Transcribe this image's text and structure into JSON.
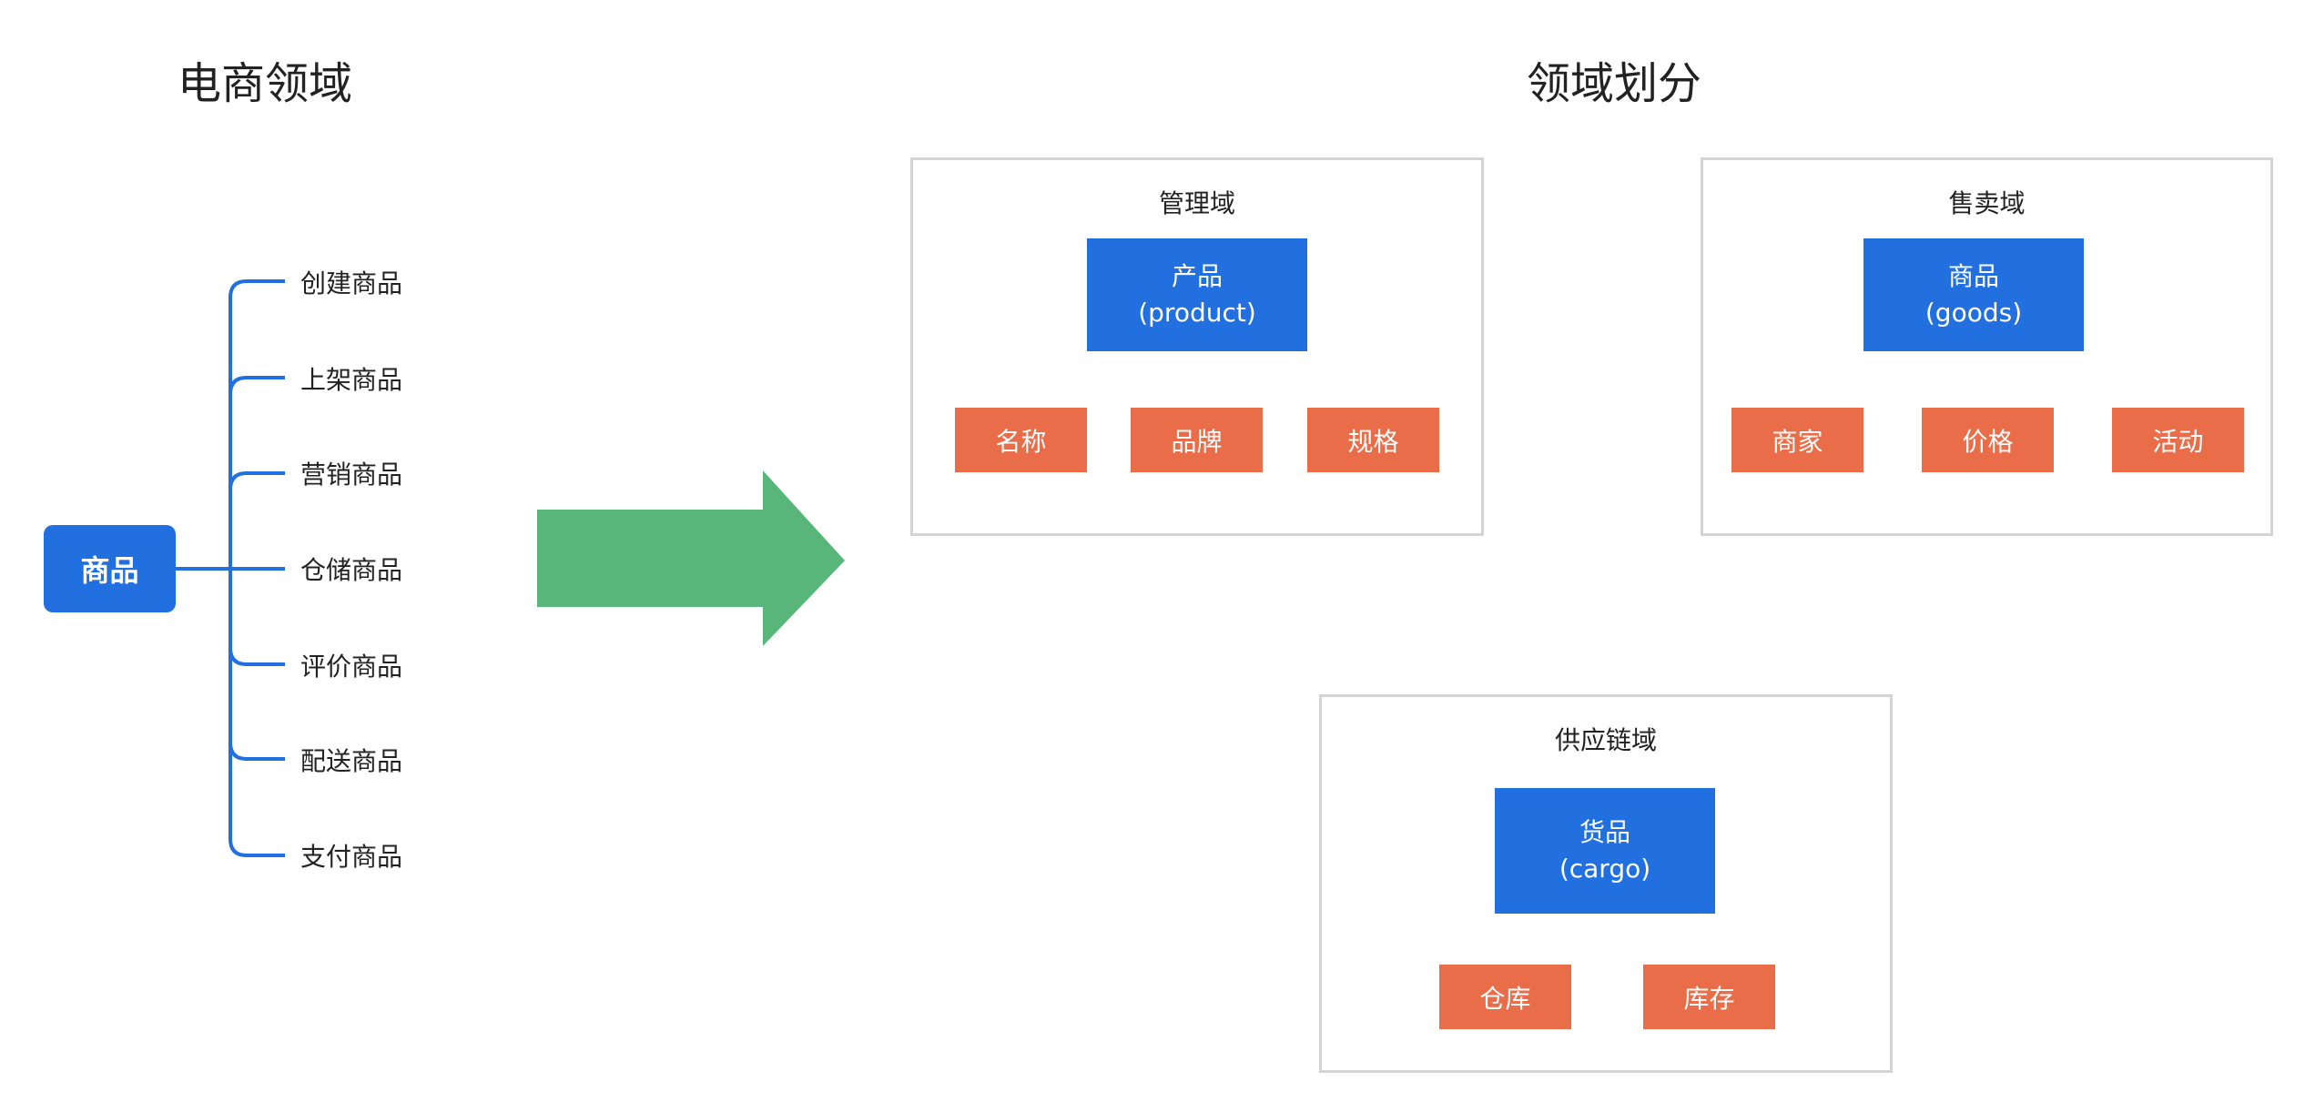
{
  "left_title": "电商领域",
  "right_title": "领域划分",
  "root": {
    "label": "商品"
  },
  "branches": [
    {
      "label": "创建商品"
    },
    {
      "label": "上架商品"
    },
    {
      "label": "营销商品"
    },
    {
      "label": "仓储商品"
    },
    {
      "label": "评价商品"
    },
    {
      "label": "配送商品"
    },
    {
      "label": "支付商品"
    }
  ],
  "domains": {
    "management": {
      "title": "管理域",
      "entity": {
        "name": "产品",
        "code": "(product)"
      },
      "attributes": [
        "名称",
        "品牌",
        "规格"
      ]
    },
    "sales": {
      "title": "售卖域",
      "entity": {
        "name": "商品",
        "code": "(goods)"
      },
      "attributes": [
        "商家",
        "价格",
        "活动"
      ]
    },
    "supply": {
      "title": "供应链域",
      "entity": {
        "name": "货品",
        "code": "(cargo)"
      },
      "attributes": [
        "仓库",
        "库存"
      ]
    }
  },
  "colors": {
    "entity": "#2270E0",
    "attribute": "#EA6D49",
    "arrow": "#59B67B",
    "connector": "#2270E0",
    "box_border": "#D4D4D4"
  }
}
